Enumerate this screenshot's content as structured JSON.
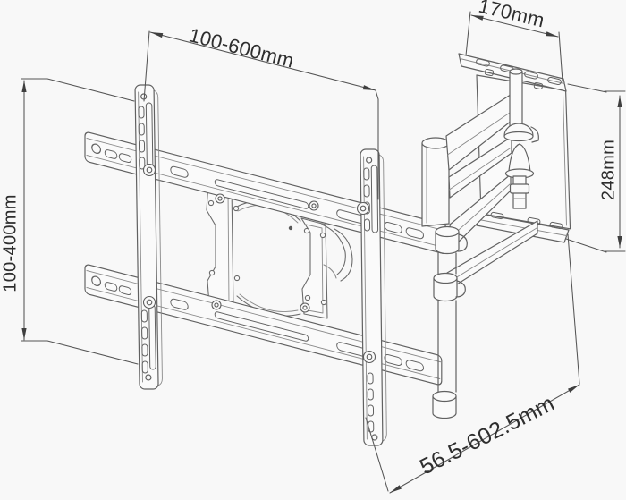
{
  "drawing": {
    "kind": "dimensioned line drawing",
    "units": "mm"
  },
  "colors": {
    "background": "#f8f8f8",
    "line": "#616161",
    "dimension_line": "#555555",
    "text": "#2e2e2e"
  },
  "dimensions": {
    "tv_bracket_width": {
      "label": "100-600mm",
      "min_mm": 100,
      "max_mm": 600
    },
    "wall_plate_width": {
      "label": "170mm",
      "value_mm": 170
    },
    "tv_bracket_height": {
      "label": "100-400mm",
      "min_mm": 100,
      "max_mm": 400
    },
    "wall_plate_height": {
      "label": "248mm",
      "value_mm": 248
    },
    "extension_depth": {
      "label": "56.5-602.5mm",
      "min_mm": 56.5,
      "max_mm": 602.5
    }
  }
}
